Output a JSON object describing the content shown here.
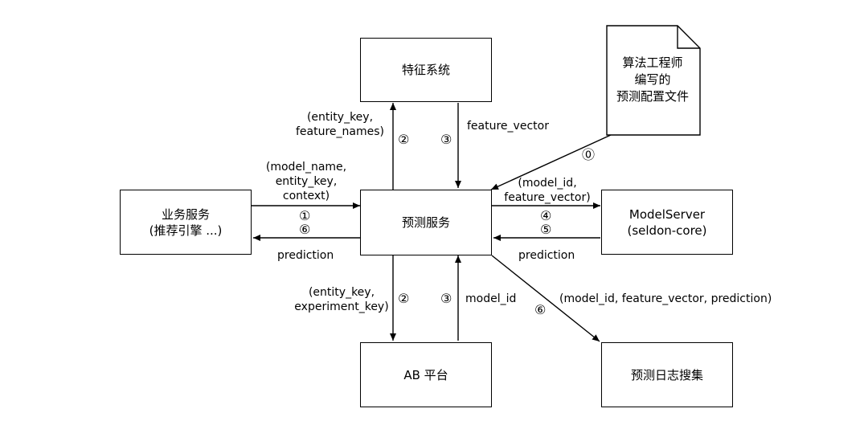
{
  "nodes": {
    "feature_system": "特征系统",
    "config_doc": [
      "算法工程师",
      "编写的",
      "预测配置文件"
    ],
    "business": [
      "业务服务",
      "(推荐引擎 ...)"
    ],
    "prediction_service": "预测服务",
    "model_server": [
      "ModelServer",
      "(seldon-core)"
    ],
    "ab_platform": "AB 平台",
    "prediction_log": "预测日志搜集"
  },
  "edges": {
    "biz_to_pred": {
      "label": [
        "(model_name,",
        "entity_key,",
        "context)"
      ],
      "step": "①"
    },
    "pred_to_biz": {
      "label": "prediction",
      "step": "⑥"
    },
    "pred_to_feature": {
      "label": [
        "(entity_key,",
        "feature_names)"
      ],
      "step": "②"
    },
    "feature_to_pred": {
      "label": "feature_vector",
      "step": "③"
    },
    "doc_to_pred": {
      "step": "⓪"
    },
    "pred_to_model": {
      "label": [
        "(model_id,",
        "feature_vector)"
      ],
      "step": "④"
    },
    "model_to_pred": {
      "label": "prediction",
      "step": "⑤"
    },
    "pred_to_ab": {
      "label": [
        "(entity_key,",
        "experiment_key)"
      ],
      "step": "②"
    },
    "ab_to_pred": {
      "label": "model_id",
      "step": "③"
    },
    "pred_to_log": {
      "label": "(model_id, feature_vector, prediction)",
      "step": "⑥"
    }
  }
}
